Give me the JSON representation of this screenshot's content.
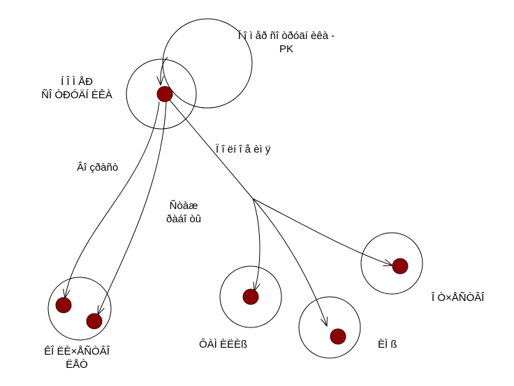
{
  "colors": {
    "line": "#000000",
    "node_fill": "#8b0000",
    "node_stroke": "#3a0000",
    "background": "#ffffff"
  },
  "diagram": {
    "labels": {
      "model_rk_line1": "Í î ì åð ñî òðóäí èêà -",
      "model_rk_line2": "PK",
      "employee_number_line1": "Í Î Ì ÅÐ",
      "employee_number_line2": "ÑÎ ÒÐÓÄÍ ÈÊÀ",
      "in_age": "Âî çðàñò",
      "work_experience_line1": "Ñòàæ",
      "work_experience_line2": "ðàáî òû",
      "subdivision": "Ï î ëí î å èì ÿ",
      "count_line1": "ÊÎ ËÈ×ÅÑÒÂÎ",
      "count_line2": "ËÅÒ",
      "family": "ÔÀÌ ÈËÈß",
      "name": "ÈÌ ß",
      "patronymic": "Î Ò×ÅÑÒÂÎ"
    }
  }
}
